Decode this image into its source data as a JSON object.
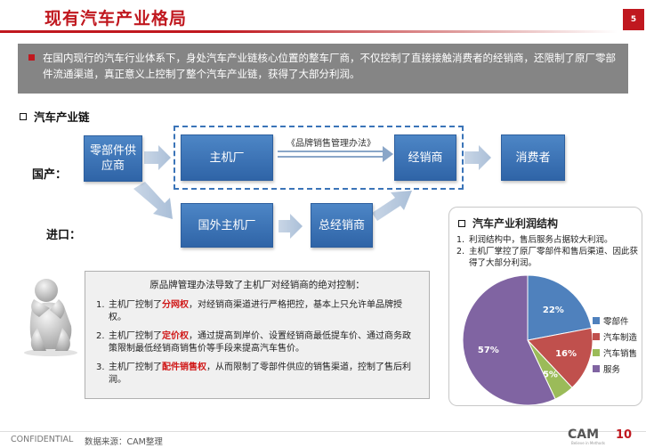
{
  "header": {
    "title": "现有汽车产业格局",
    "page_number": "5"
  },
  "banner": {
    "text": "在国内现行的汽车行业体系下，身处汽车产业链核心位置的整车厂商，不仅控制了直接接触消费者的经销商，还限制了原厂零部件流通渠道，真正意义上控制了整个汽车产业链，获得了大部分利润。"
  },
  "chain": {
    "title": "汽车产业链",
    "domestic_label": "国产：",
    "import_label": "进口：",
    "law_label": "《品牌销售管理办法》",
    "boxes": {
      "parts_supplier": "零部件供应商",
      "oem": "主机厂",
      "dealer": "经销商",
      "consumer": "消费者",
      "foreign_oem": "国外主机厂",
      "general_dealer": "总经销商"
    }
  },
  "note": {
    "title": "原品牌管理办法导致了主机厂对经销商的绝对控制：",
    "items": [
      {
        "num": "1.",
        "pre": "主机厂控制了",
        "hl": "分网权",
        "post": "，对经销商渠道进行严格把控，基本上只允许单品牌授权。"
      },
      {
        "num": "2.",
        "pre": "主机厂控制了",
        "hl": "定价权",
        "post": "，通过提高到岸价、设置经销商最低提车价、通过商务政策限制最低经销商销售价等手段来提高汽车售价。"
      },
      {
        "num": "3.",
        "pre": "主机厂控制了",
        "hl": "配件销售权",
        "post": "，从而限制了零部件供应的销售渠道，控制了售后利润。"
      }
    ]
  },
  "profit": {
    "title": "汽车产业利润结构",
    "notes": [
      {
        "num": "1.",
        "text": "利润结构中，售后服务占据较大利润。"
      },
      {
        "num": "2.",
        "text": "主机厂掌控了原厂零部件和售后渠道、因此获得了大部分利润。"
      }
    ]
  },
  "chart_data": {
    "type": "pie",
    "categories": [
      "零部件",
      "汽车制造",
      "汽车销售",
      "服务"
    ],
    "values": [
      22,
      16,
      5,
      57
    ],
    "labels": [
      "22%",
      "16%",
      "5%",
      "57%"
    ],
    "colors": [
      "#4f81bd",
      "#c0504d",
      "#9bbb59",
      "#8064a2"
    ],
    "legend_placement": "right"
  },
  "footer": {
    "confidential": "CONFIDENTIAL",
    "source": "数据来源：CAM整理",
    "logo_text": "CAM",
    "logo_tagline": "Believe in Methods",
    "logo_mark": "10"
  }
}
